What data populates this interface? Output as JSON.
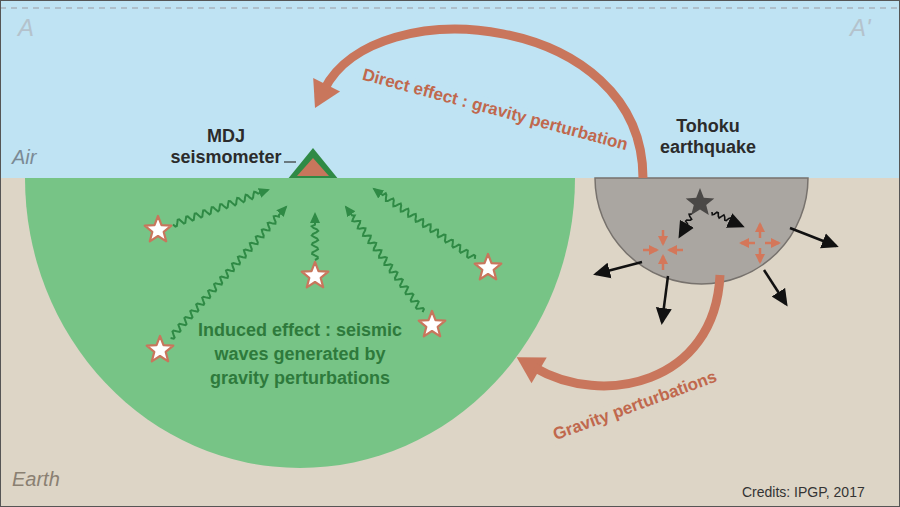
{
  "diagram": {
    "nodes": [
      {
        "text": [
          "MDJ seismometer"
        ]
      },
      {
        "text": [
          "Tohoku earthquake"
        ]
      },
      {
        "text": [
          "Induced effect : seismic waves generated by gravity perturbations"
        ]
      }
    ],
    "edges": [
      {
        "from": 1,
        "to": 0,
        "arrow": "to",
        "label": "Direct effect : gravity perturbation"
      },
      {
        "from": 1,
        "to": 2,
        "arrow": "to",
        "label": "Gravity perturbations"
      }
    ],
    "labels": [
      "A",
      "A'",
      "Air",
      "Earth",
      "Credits: IPGP, 2017"
    ]
  }
}
